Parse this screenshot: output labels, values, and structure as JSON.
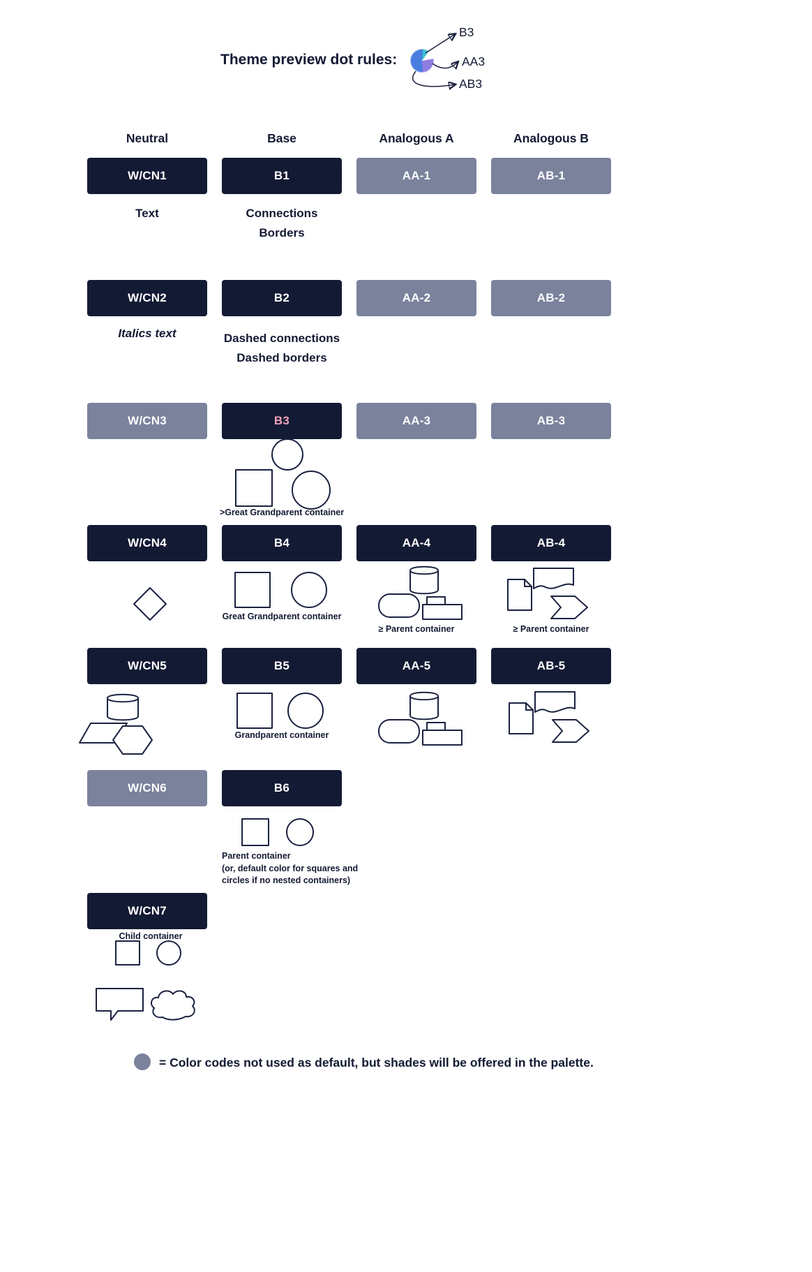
{
  "header": {
    "title": "Theme preview dot rules:",
    "dot_labels": {
      "b3": "B3",
      "aa3": "AA3",
      "ab3": "AB3"
    }
  },
  "columns": {
    "neutral": "Neutral",
    "base": "Base",
    "analogous_a": "Analogous A",
    "analogous_b": "Analogous B"
  },
  "badges": {
    "wcn1": "W/CN1",
    "wcn2": "W/CN2",
    "wcn3": "W/CN3",
    "wcn4": "W/CN4",
    "wcn5": "W/CN5",
    "wcn6": "W/CN6",
    "wcn7": "W/CN7",
    "b1": "B1",
    "b2": "B2",
    "b3": "B3",
    "b4": "B4",
    "b5": "B5",
    "b6": "B6",
    "aa1": "AA-1",
    "aa2": "AA-2",
    "aa3": "AA-3",
    "aa4": "AA-4",
    "aa5": "AA-5",
    "ab1": "AB-1",
    "ab2": "AB-2",
    "ab3": "AB-3",
    "ab4": "AB-4",
    "ab5": "AB-5"
  },
  "notes": {
    "text": "Text",
    "connections": "Connections",
    "borders": "Borders",
    "italics_text": "Italics text",
    "dashed_connections": "Dashed connections",
    "dashed_borders": "Dashed borders",
    "b3_caption": ">Great Grandparent container",
    "b4_caption": "Great Grandparent container",
    "aa4_caption": "≥ Parent container",
    "ab4_caption": "≥ Parent container",
    "b5_caption": "Grandparent container",
    "b6_caption_line1": "Parent container",
    "b6_caption_line2": "(or, default color for squares and",
    "b6_caption_line3": "circles if no nested containers)",
    "wcn7_caption": "Child container"
  },
  "legend": {
    "text": "= Color codes not used as default, but shades will be offered in the palette."
  },
  "colors": {
    "navy": "#131a33",
    "slate": "#7a829c",
    "b3_pink_text": "#f0a1ba",
    "dot_blue": "#4a7de0",
    "dot_purple": "#8f7ce0",
    "dot_teal": "#3ac1d8",
    "shape_outline": "#1b2240"
  },
  "shape_clusters": {
    "b3": [
      "circle-shape",
      "square-shape",
      "circle-shape"
    ],
    "wcn4": [
      "diamond-shape"
    ],
    "b4": [
      "square-shape",
      "circle-shape"
    ],
    "aa4": [
      "cylinder-shape",
      "stored-data-shape",
      "nested-rect-shape"
    ],
    "ab4": [
      "wave-document-shape",
      "folded-note-shape",
      "chevron-shape"
    ],
    "wcn5": [
      "cylinder-shape",
      "parallelogram-shape",
      "hexagon-shape"
    ],
    "b5": [
      "square-shape",
      "circle-shape"
    ],
    "aa5": [
      "cylinder-shape",
      "stored-data-shape",
      "nested-rect-shape"
    ],
    "ab5": [
      "wave-document-shape",
      "folded-note-shape",
      "chevron-shape"
    ],
    "b6": [
      "square-shape",
      "circle-shape"
    ],
    "wcn7": [
      "square-shape",
      "circle-shape",
      "speech-bubble-shape",
      "cloud-shape"
    ]
  }
}
